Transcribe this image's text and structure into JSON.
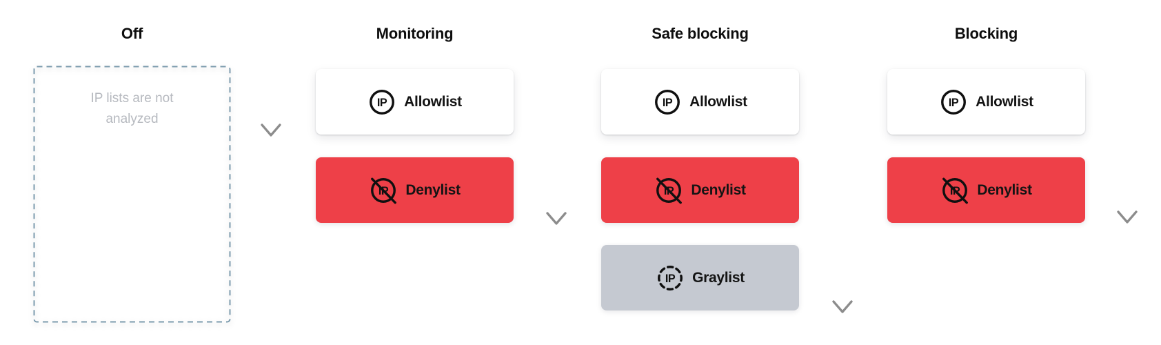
{
  "diagram": {
    "description": "IP lists protection modes flow",
    "colors": {
      "background": "#ffffff",
      "card_white": "#ffffff",
      "card_red": "#ee4048",
      "card_gray": "#c5c9d1",
      "dashed_border": "#7d9cae",
      "note_text": "#b6b9bf",
      "title_text": "#0d0d0d",
      "label_text": "#141414",
      "arrow_top": "#0a0a0a",
      "arrow_bottom": "#8c8c8c"
    },
    "modes": [
      {
        "title": "Off",
        "note": "IP lists are not analyzed",
        "cards": []
      },
      {
        "title": "Monitoring",
        "cards": [
          {
            "label": "Allowlist",
            "icon": "ip-circle-icon",
            "variant": "white"
          },
          {
            "label": "Denylist",
            "icon": "ip-banned-icon",
            "variant": "red"
          }
        ]
      },
      {
        "title": "Safe blocking",
        "cards": [
          {
            "label": "Allowlist",
            "icon": "ip-circle-icon",
            "variant": "white"
          },
          {
            "label": "Denylist",
            "icon": "ip-banned-icon",
            "variant": "red"
          },
          {
            "label": "Graylist",
            "icon": "ip-dashed-icon",
            "variant": "gray"
          }
        ]
      },
      {
        "title": "Blocking",
        "cards": [
          {
            "label": "Allowlist",
            "icon": "ip-circle-icon",
            "variant": "white"
          },
          {
            "label": "Denylist",
            "icon": "ip-banned-icon",
            "variant": "red"
          }
        ]
      }
    ],
    "arrows": [
      {
        "name": "flow-arrow-after-off",
        "reaches": "allowlist-row"
      },
      {
        "name": "flow-arrow-after-monitoring",
        "reaches": "denylist-row"
      },
      {
        "name": "flow-arrow-after-safe-blocking",
        "reaches": "graylist-row"
      },
      {
        "name": "flow-arrow-after-blocking",
        "reaches": "denylist-row"
      }
    ]
  }
}
